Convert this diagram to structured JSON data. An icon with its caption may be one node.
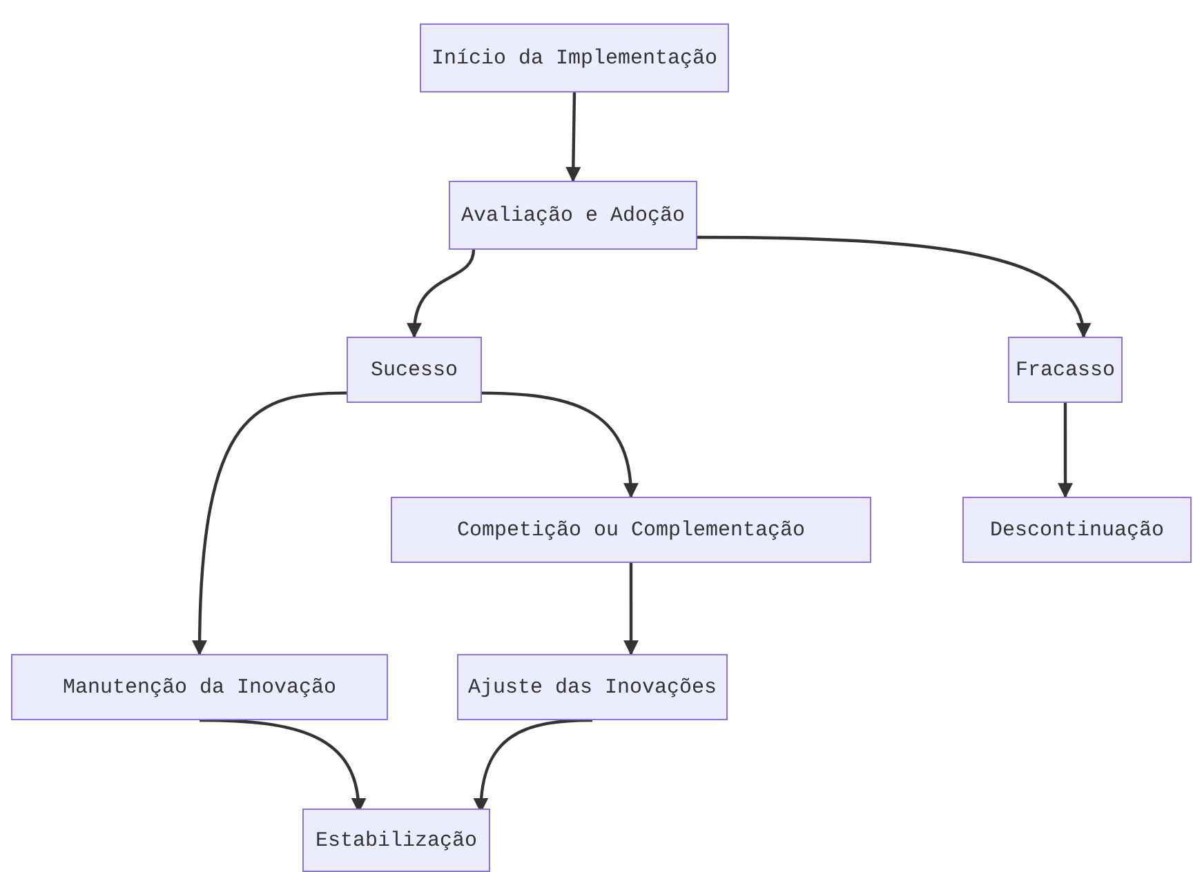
{
  "diagram": {
    "nodes": [
      {
        "text": [
          "Início da Implementação"
        ]
      },
      {
        "text": [
          "Avaliação e Adoção"
        ]
      },
      {
        "text": [
          "Sucesso"
        ]
      },
      {
        "text": [
          "Fracasso"
        ]
      },
      {
        "text": [
          "Competição ou Complementação"
        ]
      },
      {
        "text": [
          "Descontinuação"
        ]
      },
      {
        "text": [
          "Manutenção da Inovação"
        ]
      },
      {
        "text": [
          "Ajuste das Inovações"
        ]
      },
      {
        "text": [
          "Estabilização"
        ]
      }
    ],
    "edges": [
      {
        "from": 0,
        "to": 1,
        "arrow": "to"
      },
      {
        "from": 1,
        "to": 2,
        "arrow": "to"
      },
      {
        "from": 1,
        "to": 3,
        "arrow": "to"
      },
      {
        "from": 2,
        "to": 6,
        "arrow": "to"
      },
      {
        "from": 2,
        "to": 4,
        "arrow": "to"
      },
      {
        "from": 3,
        "to": 5,
        "arrow": "to"
      },
      {
        "from": 4,
        "to": 7,
        "arrow": "to"
      },
      {
        "from": 6,
        "to": 8,
        "arrow": "to"
      },
      {
        "from": 7,
        "to": 8,
        "arrow": "to"
      }
    ]
  }
}
